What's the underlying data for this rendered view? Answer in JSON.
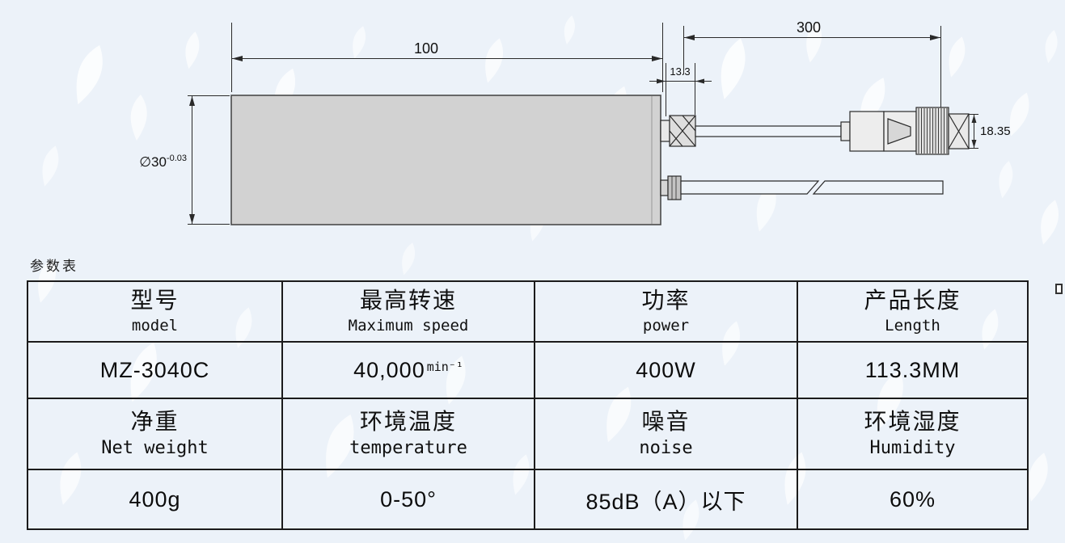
{
  "drawing": {
    "dims": {
      "body_length": "100",
      "cable_length": "300",
      "collet_length": "13.3",
      "connector_diameter": "18.35",
      "body_diameter": "∅30",
      "body_diameter_tolerance": "-0.03"
    }
  },
  "table": {
    "caption": "参数表",
    "rows": [
      {
        "cells": [
          {
            "zh": "型号",
            "en": "model"
          },
          {
            "zh": "最高转速",
            "en": "Maximum speed"
          },
          {
            "zh": "功率",
            "en": "power"
          },
          {
            "zh": "产品长度",
            "en": "Length"
          }
        ]
      },
      {
        "cells": [
          {
            "text": "MZ-3040C"
          },
          {
            "text": "40,000",
            "unit": "min⁻¹"
          },
          {
            "text": "400W"
          },
          {
            "text": "113.3MM"
          }
        ]
      },
      {
        "cells": [
          {
            "zh": "净重",
            "en": "Net weight"
          },
          {
            "zh": "环境温度",
            "en": "temperature"
          },
          {
            "zh": "噪音",
            "en": "noise"
          },
          {
            "zh": "环境湿度",
            "en": "Humidity"
          }
        ]
      },
      {
        "cells": [
          {
            "text": "400g"
          },
          {
            "text": "0-50°"
          },
          {
            "text": "85dB（A）以下"
          },
          {
            "text": "60%"
          }
        ]
      }
    ]
  }
}
